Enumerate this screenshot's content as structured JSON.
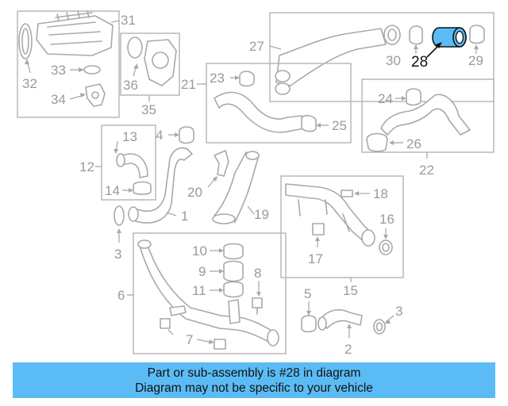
{
  "callouts": {
    "c1": "1",
    "c2": "2",
    "c3a": "3",
    "c3b": "3",
    "c4": "4",
    "c5": "5",
    "c6": "6",
    "c7": "7",
    "c8": "8",
    "c9": "9",
    "c10": "10",
    "c11": "11",
    "c12": "12",
    "c13": "13",
    "c14": "14",
    "c15": "15",
    "c16": "16",
    "c17": "17",
    "c18": "18",
    "c19": "19",
    "c20": "20",
    "c21": "21",
    "c22": "22",
    "c23": "23",
    "c24": "24",
    "c25": "25",
    "c26": "26",
    "c27": "27",
    "c28": "28",
    "c29": "29",
    "c30": "30",
    "c31": "31",
    "c32": "32",
    "c33": "33",
    "c34": "34",
    "c35": "35",
    "c36": "36"
  },
  "highlight": {
    "part_number": "28",
    "color": "#5bbcf5",
    "outline": "#111111"
  },
  "banner": {
    "line1": "Part or sub-assembly is #28 in diagram",
    "line2": "Diagram may not be specific to your vehicle",
    "background": "#5bbcf5"
  }
}
